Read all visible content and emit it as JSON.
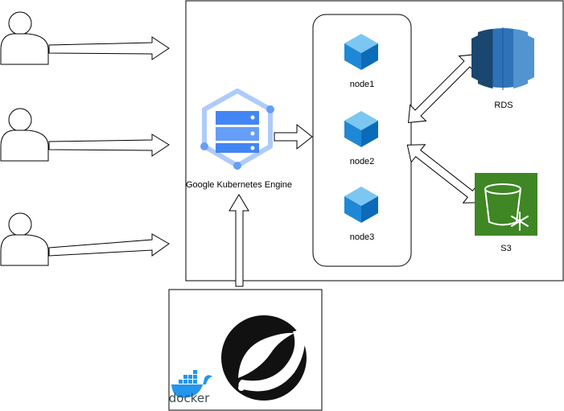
{
  "labels": {
    "gke": "Google Kubernetes Engine",
    "node1": "node1",
    "node2": "node2",
    "node3": "node3",
    "rds": "RDS",
    "s3": "S3",
    "docker": "docker"
  },
  "icons": {
    "users": [
      "user-icon",
      "user-icon",
      "user-icon"
    ],
    "gke": "google-kubernetes-engine-icon",
    "nodes": [
      "cube-icon",
      "cube-icon",
      "cube-icon"
    ],
    "rds": "aws-rds-icon",
    "s3": "aws-s3-glacier-icon",
    "spring": "spring-logo-icon",
    "docker": "docker-logo-icon"
  },
  "colors": {
    "stroke": "#000000",
    "gke_light": "#aecbfa",
    "gke_mid": "#669df6",
    "gke_dark": "#4285f4",
    "cube_top": "#7cc6f2",
    "cube_left": "#1e88d6",
    "cube_right": "#0b6bb8",
    "rds_dark": "#1a476f",
    "rds_mid": "#2e73b8",
    "rds_light": "#5294cf",
    "s3_green": "#3f8624",
    "docker_blue": "#2396ed"
  }
}
